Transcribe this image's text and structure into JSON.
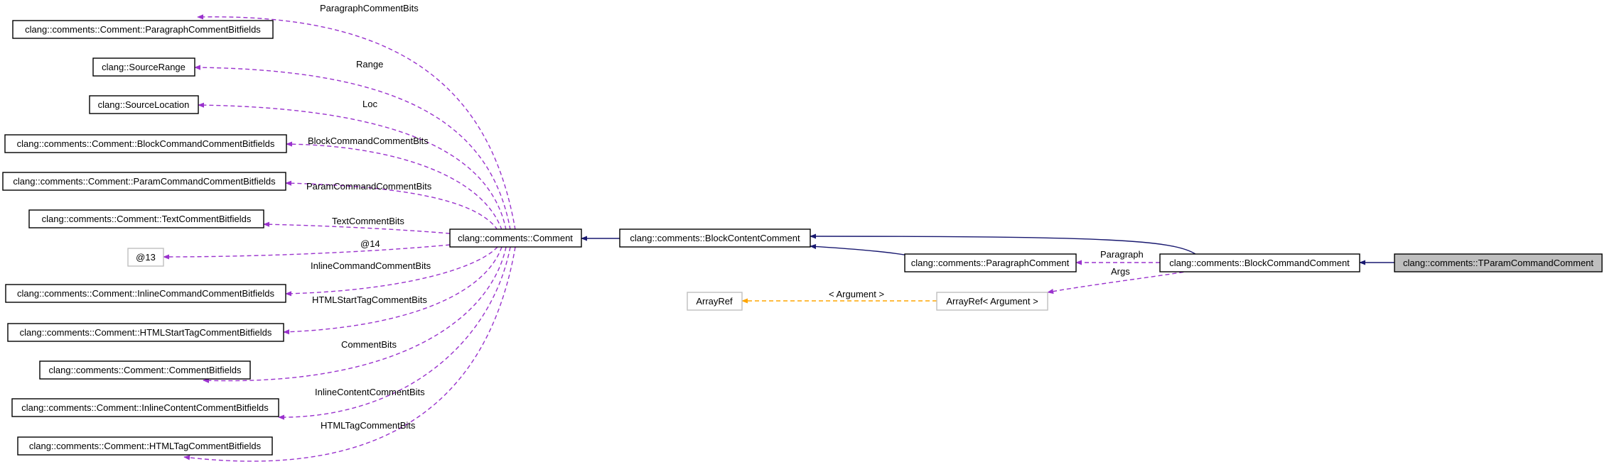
{
  "colors": {
    "inheritance": "#191970",
    "usage": "#9a32cd",
    "template": "#ffa500",
    "focus_fill": "#bfbfbf",
    "missing_border": "#bfbfbf"
  },
  "nodes": {
    "tparam": "clang::comments::TParamCommandComment",
    "block_command": "clang::comments::BlockCommandComment",
    "block_content": "clang::comments::BlockContentComment",
    "paragraph": "clang::comments::ParagraphComment",
    "comment": "clang::comments::Comment",
    "arrayref_arg": "ArrayRef< Argument >",
    "arrayref": "ArrayRef",
    "paragraph_bitfields": "clang::comments::Comment::ParagraphCommentBitfields",
    "source_range": "clang::SourceRange",
    "source_location": "clang::SourceLocation",
    "blockcmd_bitfields": "clang::comments::Comment::BlockCommandCommentBitfields",
    "paramcmd_bitfields": "clang::comments::Comment::ParamCommandCommentBitfields",
    "text_bitfields": "clang::comments::Comment::TextCommentBitfields",
    "anon13": "@13",
    "inlinecmd_bitfields": "clang::comments::Comment::InlineCommandCommentBitfields",
    "htmlstarttag_bitfields": "clang::comments::Comment::HTMLStartTagCommentBitfields",
    "comment_bitfields": "clang::comments::Comment::CommentBitfields",
    "inlinecontent_bitfields": "clang::comments::Comment::InlineContentCommentBitfields",
    "htmltag_bitfields": "clang::comments::Comment::HTMLTagCommentBitfields"
  },
  "edge_labels": {
    "paragraph": "Paragraph",
    "args": "Args",
    "argument": "< Argument >",
    "paragraph_bits": "ParagraphCommentBits",
    "range": "Range",
    "loc": "Loc",
    "blockcmd_bits": "BlockCommandCommentBits",
    "paramcmd_bits": "ParamCommandCommentBits",
    "text_bits": "TextCommentBits",
    "anon14": "@14",
    "inlinecmd_bits": "InlineCommandCommentBits",
    "htmlstarttag_bits": "HTMLStartTagCommentBits",
    "comment_bits": "CommentBits",
    "inlinecontent_bits": "InlineContentCommentBits",
    "htmltag_bits": "HTMLTagCommentBits"
  }
}
